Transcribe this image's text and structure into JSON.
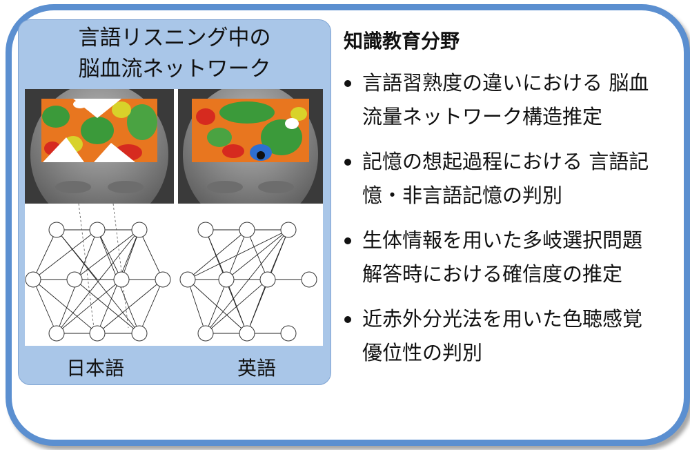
{
  "panel": {
    "title_line1": "言語リスニング中の",
    "title_line2": "脳血流ネットワーク",
    "caption_japanese": "日本語",
    "caption_english": "英語"
  },
  "section": {
    "heading": "知識教育分野",
    "bullets": [
      "言語習熟度の違いにおける 脳血流量ネットワーク構造推定",
      "記憶の想起過程における 言語記憶・非言語記憶の判別",
      "生体情報を用いた多岐選択問題解答時における確信度の推定",
      "近赤外分光法を用いた色聴感覚優位性の判別"
    ]
  },
  "colors": {
    "frame_border": "#5b8fd0",
    "panel_fill": "#a9c6e8"
  }
}
